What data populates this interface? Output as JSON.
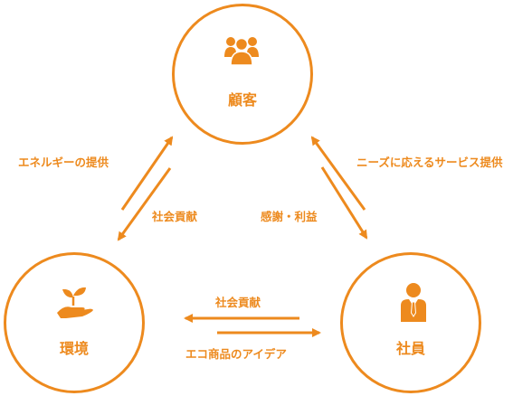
{
  "diagram": {
    "accent_color": "#ED8A1E",
    "nodes": {
      "customer": {
        "label": "顧客",
        "icon": "people-group-icon"
      },
      "environment": {
        "label": "環境",
        "icon": "hand-holding-sprout-icon"
      },
      "employee": {
        "label": "社員",
        "icon": "person-with-tie-icon"
      }
    },
    "edges": {
      "env_to_customer": "エネルギーの提供",
      "customer_to_env": "社会貢献",
      "customer_to_employee": "感謝・利益",
      "employee_to_customer": "ニーズに応えるサービス提供",
      "employee_to_env": "社会貢献",
      "env_to_employee": "エコ商品のアイデア"
    }
  }
}
